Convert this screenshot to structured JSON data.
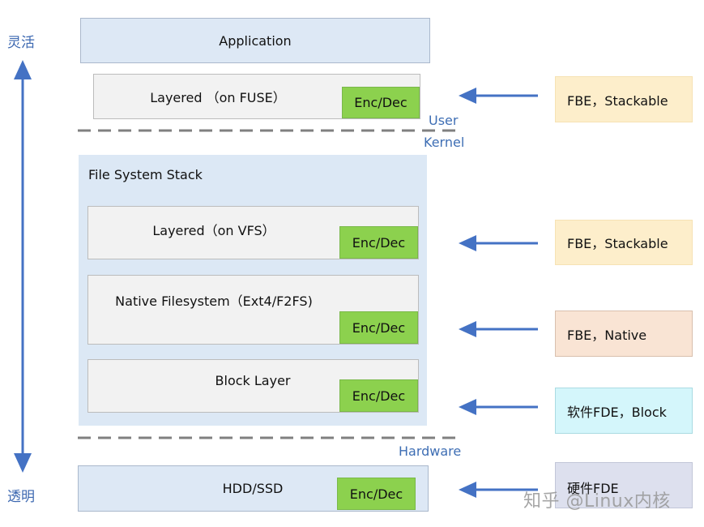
{
  "labels": {
    "top": "灵活",
    "bottom": "透明"
  },
  "stack": {
    "application": "Application",
    "layered_fuse": "Layered （on FUSE）",
    "fs_stack_title": "File System Stack",
    "layered_vfs": "Layered（on VFS）",
    "native_fs": "Native Filesystem（Ext4/F2FS)",
    "block_layer": "Block Layer",
    "hdd_ssd": "HDD/SSD",
    "enc_dec": "Enc/Dec"
  },
  "boundaries": {
    "user": "User",
    "kernel": "Kernel",
    "hardware": "Hardware"
  },
  "categories": {
    "fbe_stackable_user": "FBE，Stackable",
    "fbe_stackable_kernel": "FBE，Stackable",
    "fbe_native": "FBE，Native",
    "software_fde": "软件FDE，Block",
    "hardware_fde": "硬件FDE"
  },
  "watermark": "知乎 @Linux内核",
  "colors": {
    "arrow": "#4472c4",
    "enc_dec": "#8cd14e",
    "dashed": "#808080"
  }
}
